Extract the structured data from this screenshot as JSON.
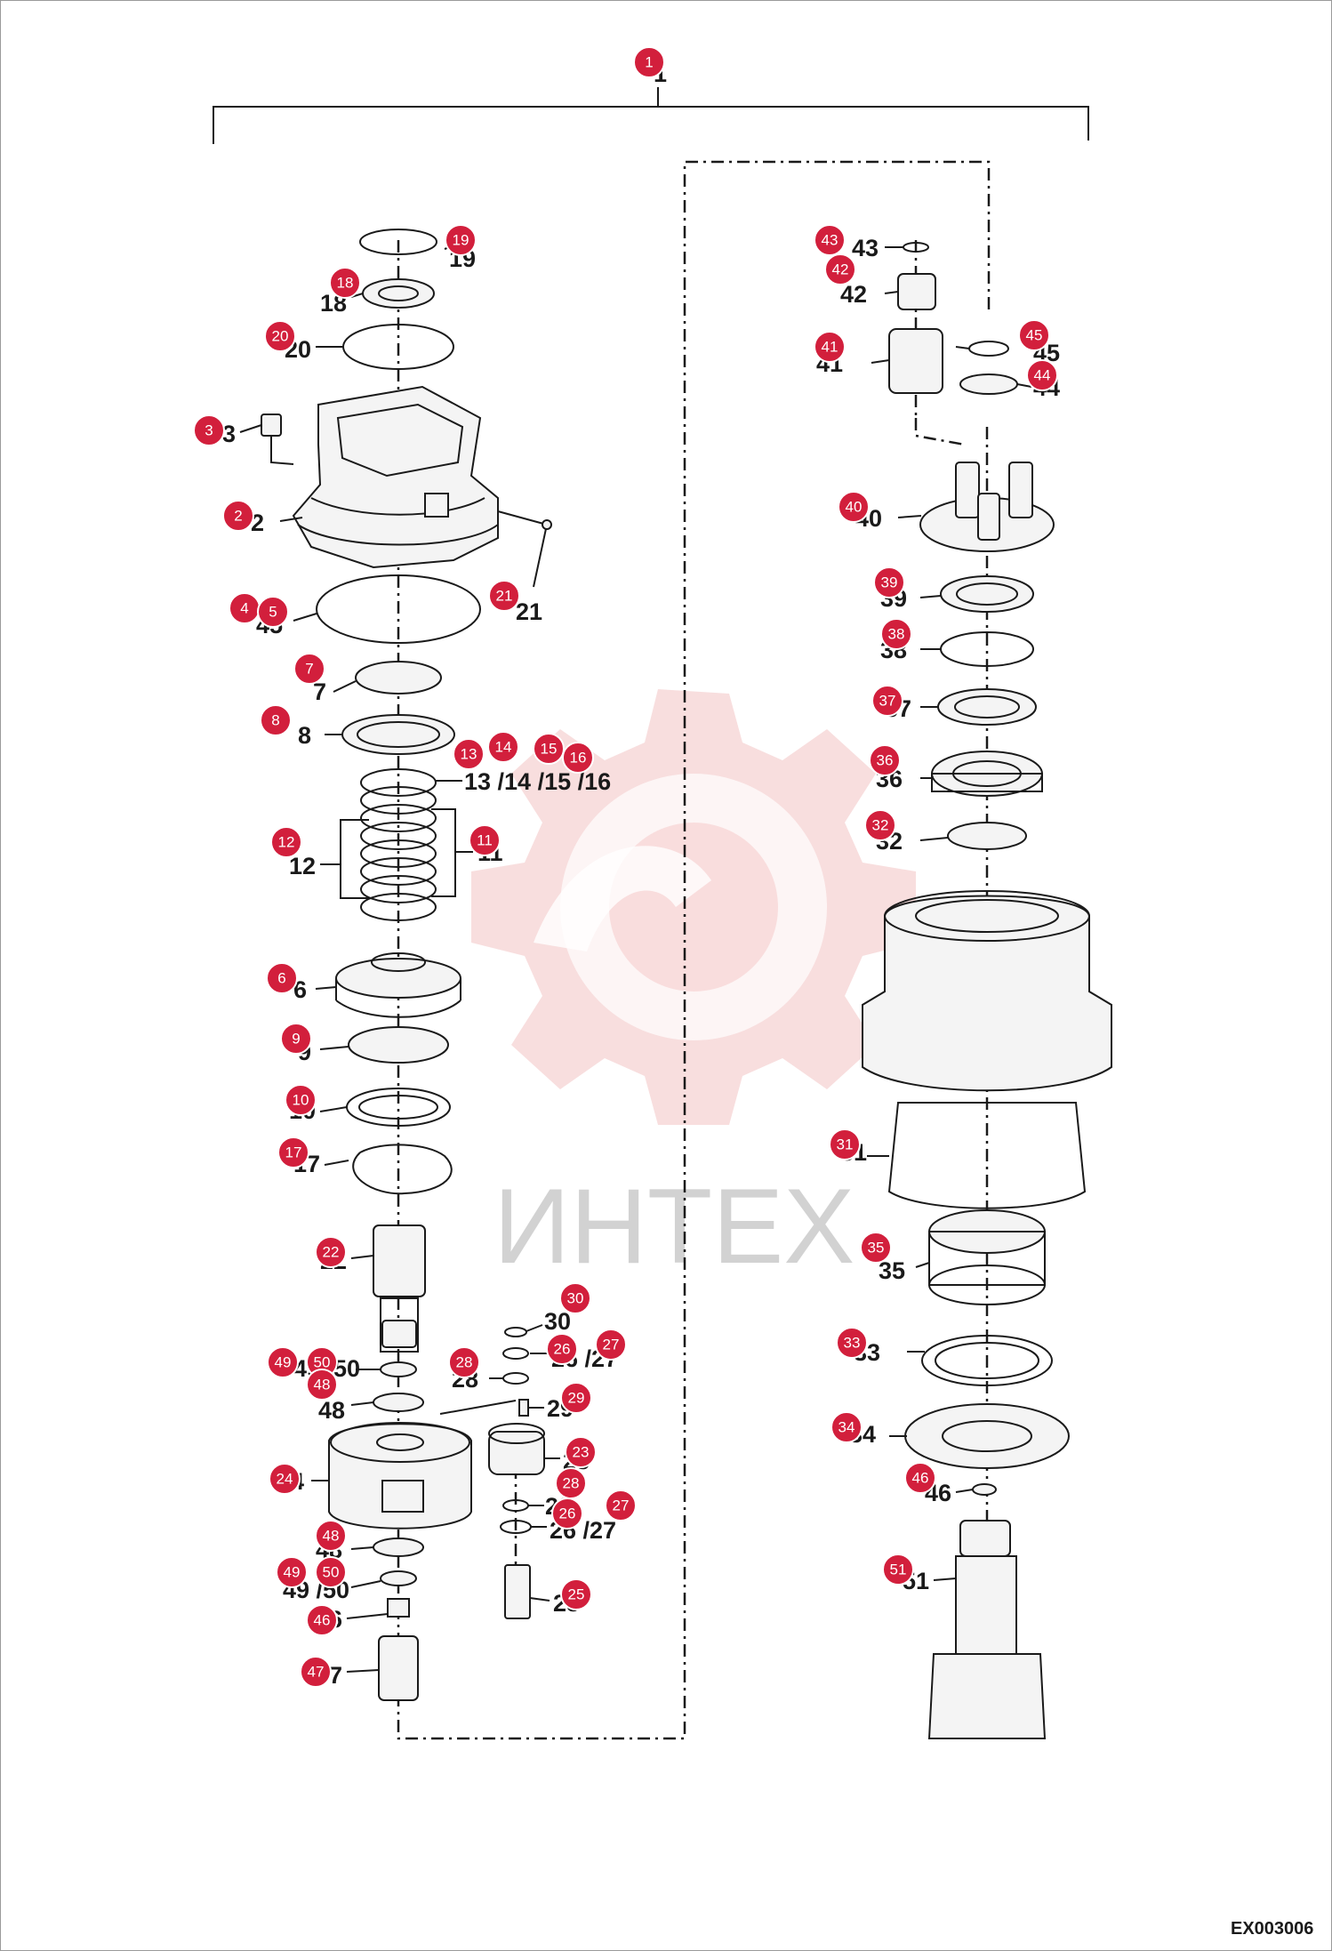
{
  "watermark": "ИНТЕХ",
  "drawing_code": "EX003006",
  "callouts": {
    "c1": "1",
    "c2": "2",
    "c3": "3",
    "c4": "4",
    "c5": "5",
    "c6": "6",
    "c7": "7",
    "c8": "8",
    "c9": "9",
    "c10": "10",
    "c11": "11",
    "c12": "12",
    "c13": "13",
    "c14": "14",
    "c15": "15",
    "c16": "16",
    "c17": "17",
    "c18": "18",
    "c19": "19",
    "c20": "20",
    "c21": "21",
    "c22": "22",
    "c23": "23",
    "c24": "24",
    "c25": "25",
    "c26": "26",
    "c27": "27",
    "c28": "28",
    "c29": "29",
    "c30": "30",
    "c31": "31",
    "c32": "32",
    "c33": "33",
    "c34": "34",
    "c35": "35",
    "c36": "36",
    "c37": "37",
    "c38": "38",
    "c39": "39",
    "c40": "40",
    "c41": "41",
    "c42": "42",
    "c43": "43",
    "c44": "44",
    "c45": "45",
    "c46": "46",
    "c47": "47",
    "c48": "48",
    "c49": "49",
    "c50": "50",
    "c51": "51"
  },
  "labels": {
    "l1": "1",
    "l2": "2",
    "l3": "3",
    "l45": "45",
    "l6": "6",
    "l7": "7",
    "l8": "8",
    "l9": "9",
    "l10": "10",
    "l11": "11",
    "l12": "12",
    "l13_16": "13 /14 /15 /16",
    "l17": "17",
    "l18": "18",
    "l19": "19",
    "l20": "20",
    "l21": "21",
    "l22": "22",
    "l23": "23",
    "l24": "24",
    "l25": "25",
    "l2627a": "26 /27",
    "l2627b": "26 /27",
    "l28a": "28",
    "l28b": "28",
    "l29": "29",
    "l30": "30",
    "l31": "31",
    "l32": "32",
    "l33": "33",
    "l34": "34",
    "l35": "35",
    "l36": "36",
    "l37": "37",
    "l38": "38",
    "l39": "39",
    "l40": "40",
    "l41": "41",
    "l42": "42",
    "l43": "43",
    "l44": "44",
    "l46a": "46",
    "l46b": "46",
    "l47": "47",
    "l48a": "48",
    "l48b": "48",
    "l4950a": "49 /50",
    "l4950b": "49 /50",
    "l51": "51"
  }
}
